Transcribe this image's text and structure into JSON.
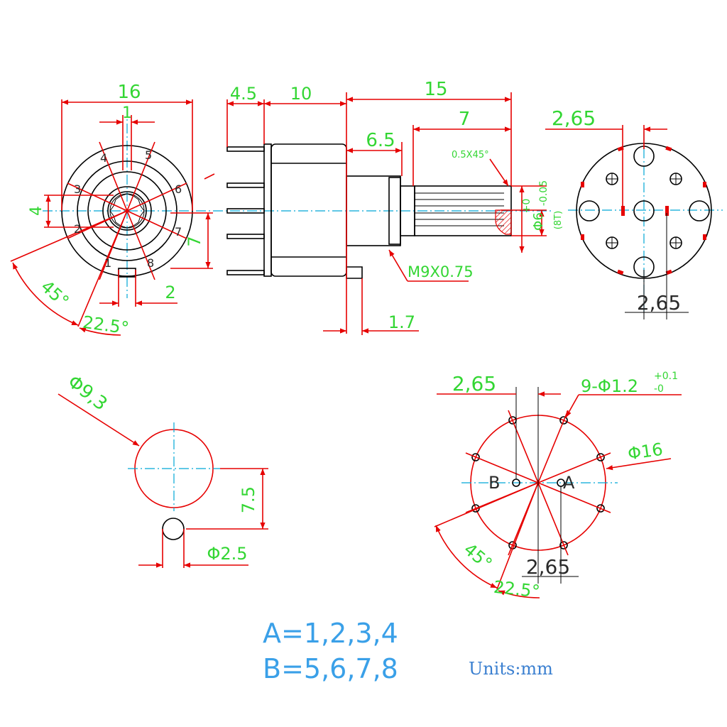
{
  "front_view": {
    "dim_width": "16",
    "dim_1": "1",
    "dim_4": "4",
    "dim_7": "7",
    "dim_2": "2",
    "angle_45": "45°",
    "angle_22_5": "22.5°",
    "pin_labels": [
      "1",
      "2",
      "3",
      "4",
      "5",
      "6",
      "7",
      "8"
    ]
  },
  "side_view": {
    "dim_4_5": "4.5",
    "dim_10": "10",
    "dim_15": "15",
    "dim_6_5": "6.5",
    "dim_7": "7",
    "chamfer": "0.5X45°",
    "thread": "M9X0.75",
    "dim_1_7": "1.7",
    "shaft_dia_main": "Φ6",
    "shaft_tol_upper": "+0",
    "shaft_tol_lower": "-0.05",
    "shaft_dia_alt": "(8T)"
  },
  "rear_view": {
    "dim_top": "2,65",
    "dim_bottom": "2,65"
  },
  "panel_cutout": {
    "dia_large": "Φ9,3",
    "dim_7_5": "7.5",
    "dia_small": "Φ2.5"
  },
  "pcb_layout": {
    "dim_top": "2,65",
    "holes_main": "9-Φ1.2",
    "holes_tol_upper": "+0.1",
    "holes_tol_lower": "-0",
    "dia_16": "Φ16",
    "label_b": "B",
    "label_a": "A",
    "angle_45": "45°",
    "angle_22_5": "22.5°",
    "dim_bottom": "2,65"
  },
  "legend": {
    "line_a": "A=1,2,3,4",
    "line_b": "B=5,6,7,8",
    "units": "Units:mm"
  }
}
